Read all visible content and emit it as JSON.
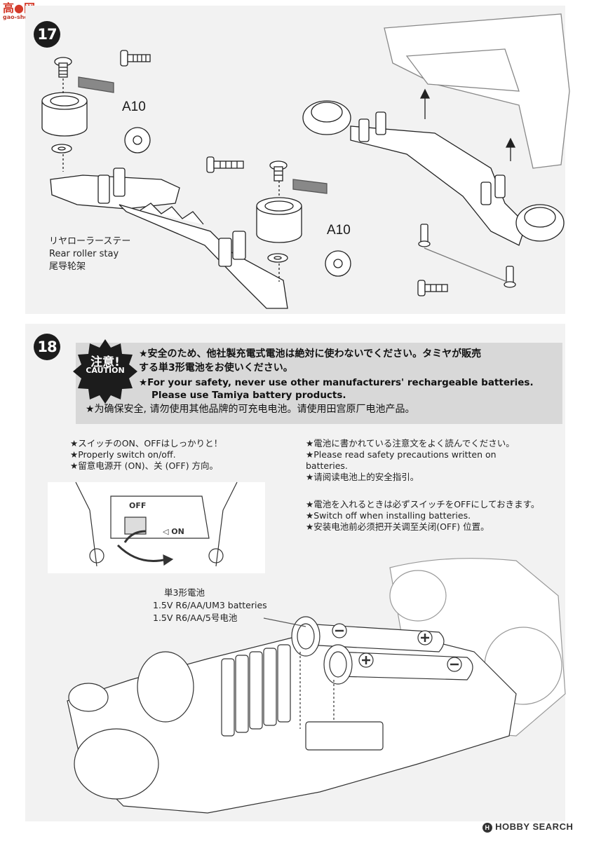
{
  "watermark": {
    "main": "高●网",
    "sub": "gao-shou.com"
  },
  "step17": {
    "number": "17",
    "part_label_1": "A10",
    "part_label_2": "A10",
    "rear_roller_stay": {
      "jp": "リヤローラーステー",
      "en": "Rear roller stay",
      "cn": "尾导轮架"
    }
  },
  "step18": {
    "number": "18",
    "caution_badge": {
      "jp": "注意!",
      "en": "CAUTION"
    },
    "caution_lines": [
      "★安全のため、他社製充電式電池は絶対に使わないでください。タミヤが販売",
      "する単3形電池をお使いください。",
      "★For your safety, never use other manufacturers' rechargeable batteries.",
      "Please use Tamiya battery products.",
      "★为确保安全, 请勿使用其他品牌的可充电电池。请使用田宫原厂电池产品。"
    ],
    "note_left": [
      "★スイッチのON、OFFはしっかりと！",
      "★Properly switch on/off.",
      "★留意电源开 (ON)、关 (OFF) 方向。"
    ],
    "note_right_1": [
      "★電池に書かれている注意文をよく読んでください。",
      "★Please read safety precautions written on",
      "batteries.",
      "★请阅读电池上的安全指引。"
    ],
    "note_right_2": [
      "★電池を入れるときは必ずスイッチをOFFにしておきます。",
      "★Switch off when installing batteries.",
      "★安装电池前必须把开关调至关闭(OFF) 位置。"
    ],
    "switch_labels": {
      "off": "OFF",
      "on": "◁ ON"
    },
    "battery_label": [
      "単3形電池",
      "1.5V R6/AA/UM3 batteries",
      "1.5V R6/AA/5号电池"
    ]
  },
  "footer": {
    "brand": "HOBBY SEARCH",
    "logo_mark": "H"
  },
  "colors": {
    "panel": "#f2f2f2",
    "caution_box": "#d8d8d8",
    "step_badge": "#1c1c1c",
    "watermark": "#d43a2a"
  }
}
